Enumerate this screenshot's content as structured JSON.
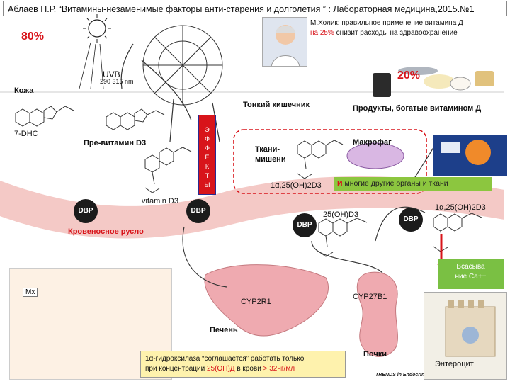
{
  "header": {
    "title": "Аблаев Н.Р. “Витамины-незаменимые факторы анти-старения и долголетия ” : Лабораторная медицина,2015.№1"
  },
  "percents": {
    "skin": "80%",
    "diet": "20%"
  },
  "quote": {
    "line1": "М.Холик: правильное применение витамина Д",
    "line2_highlight": "на 25%",
    "line2_rest": "снизит расходы на здравоохранение"
  },
  "labels": {
    "uvb": "UVB",
    "uvb_range": "290 315 nm",
    "skin": "Кожа",
    "small_intestine": "Тонкий кишечник",
    "foods": "Продукты, богатые витамином Д",
    "dhc": "7-DHC",
    "previtamin": "Пре-витамин D3",
    "vitamin": "vitamin D3",
    "target_tissues_1": "Ткани-",
    "target_tissues_2": "мишени",
    "macrophage": "Макрофаг",
    "calcitriol": "1α,25(OH)2D3",
    "calcitriol_right": "1α,25(OH)2D3",
    "calcidiol": "25(OH)D3",
    "bloodstream": "Кровеносное русло",
    "cyp2r1": "CYP2R1",
    "cyp27b1": "CYP27B1",
    "liver": "Печень",
    "kidneys": "Почки",
    "mx": "Mx",
    "enterocyte": "Энтероцит",
    "trends": "TRENDS in Endocrinology & Metabolism"
  },
  "dbp": [
    "DBP",
    "DBP",
    "DBP",
    "DBP"
  ],
  "effects_letters": [
    "Э",
    "Ф",
    "Ф",
    "Е",
    "К",
    "Т",
    "Ы"
  ],
  "organs_box": {
    "prefix": "И",
    "text": "многие другие органы и ткани"
  },
  "absorption": {
    "line1": "Всасыва",
    "line2": "ние Са++"
  },
  "note": {
    "line1": "1α-гидроксилаза “соглашается” работать только",
    "line2_pre": "при концентрации",
    "line2_highlight": "25(ОН)Д",
    "line2_mid": "в крови",
    "line2_highlight2": "> 32нг/мл"
  },
  "colors": {
    "accent_red": "#d8141a",
    "vessel": "#f4c9c6",
    "organ": "#efaab0",
    "green": "#8cc63f"
  }
}
